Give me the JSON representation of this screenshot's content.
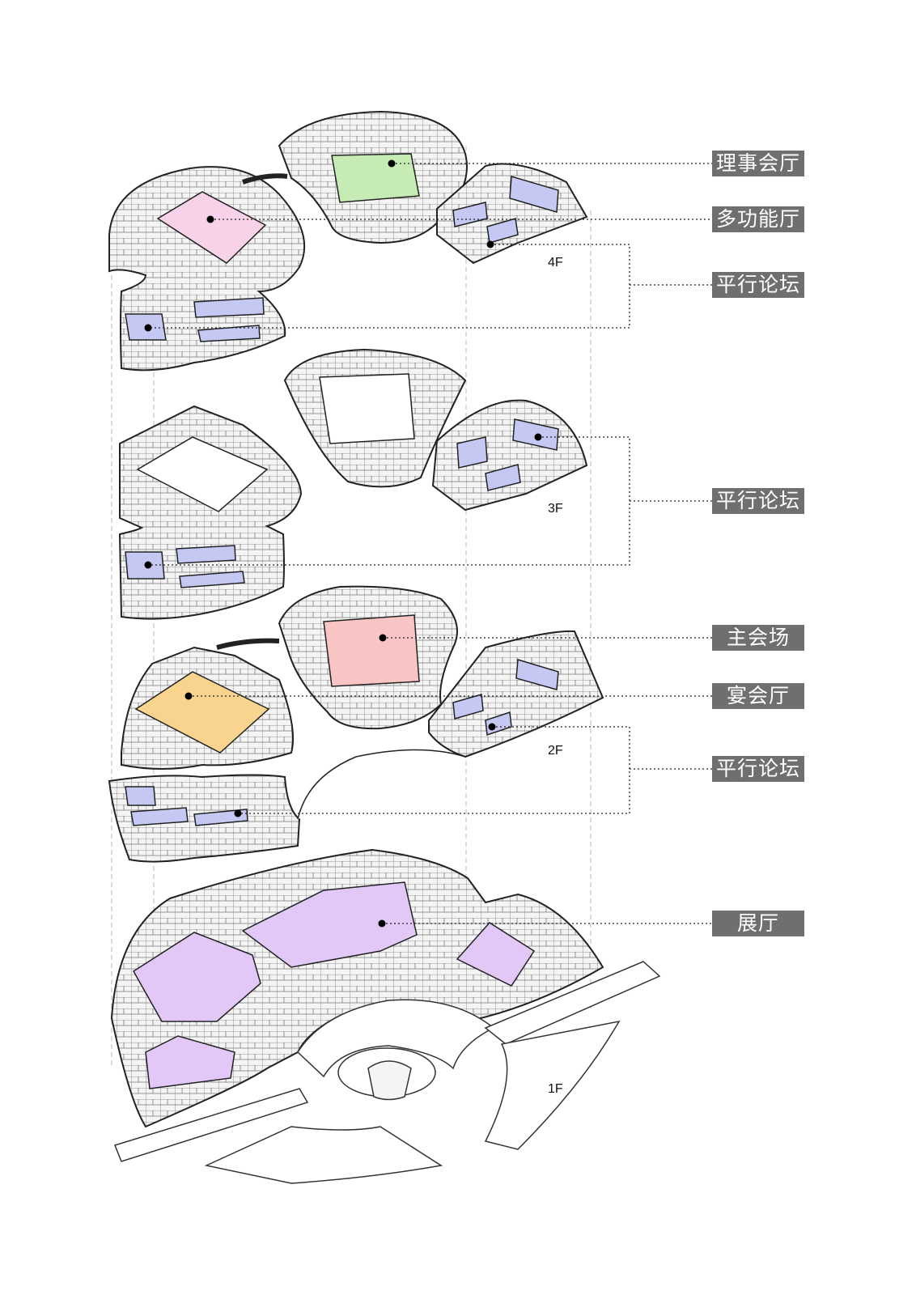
{
  "floors": {
    "f4": "4F",
    "f3": "3F",
    "f2": "2F",
    "f1": "1F"
  },
  "labels": {
    "council_hall": "理事会厅",
    "multi_function_hall": "多功能厅",
    "parallel_forum_4f": "平行论坛",
    "parallel_forum_3f": "平行论坛",
    "main_venue": "主会场",
    "banquet_hall": "宴会厅",
    "parallel_forum_2f": "平行论坛",
    "exhibition_hall": "展厅"
  },
  "colors": {
    "council_hall": "#c6ebb4",
    "multi_function_hall": "#f7d2e8",
    "parallel_forum": "#c4c8f2",
    "main_venue": "#f8c4c4",
    "banquet_hall": "#f9d48e",
    "exhibition_hall": "#e2c8f6",
    "label_bg": "#6f6f6f",
    "outline": "#222222"
  }
}
